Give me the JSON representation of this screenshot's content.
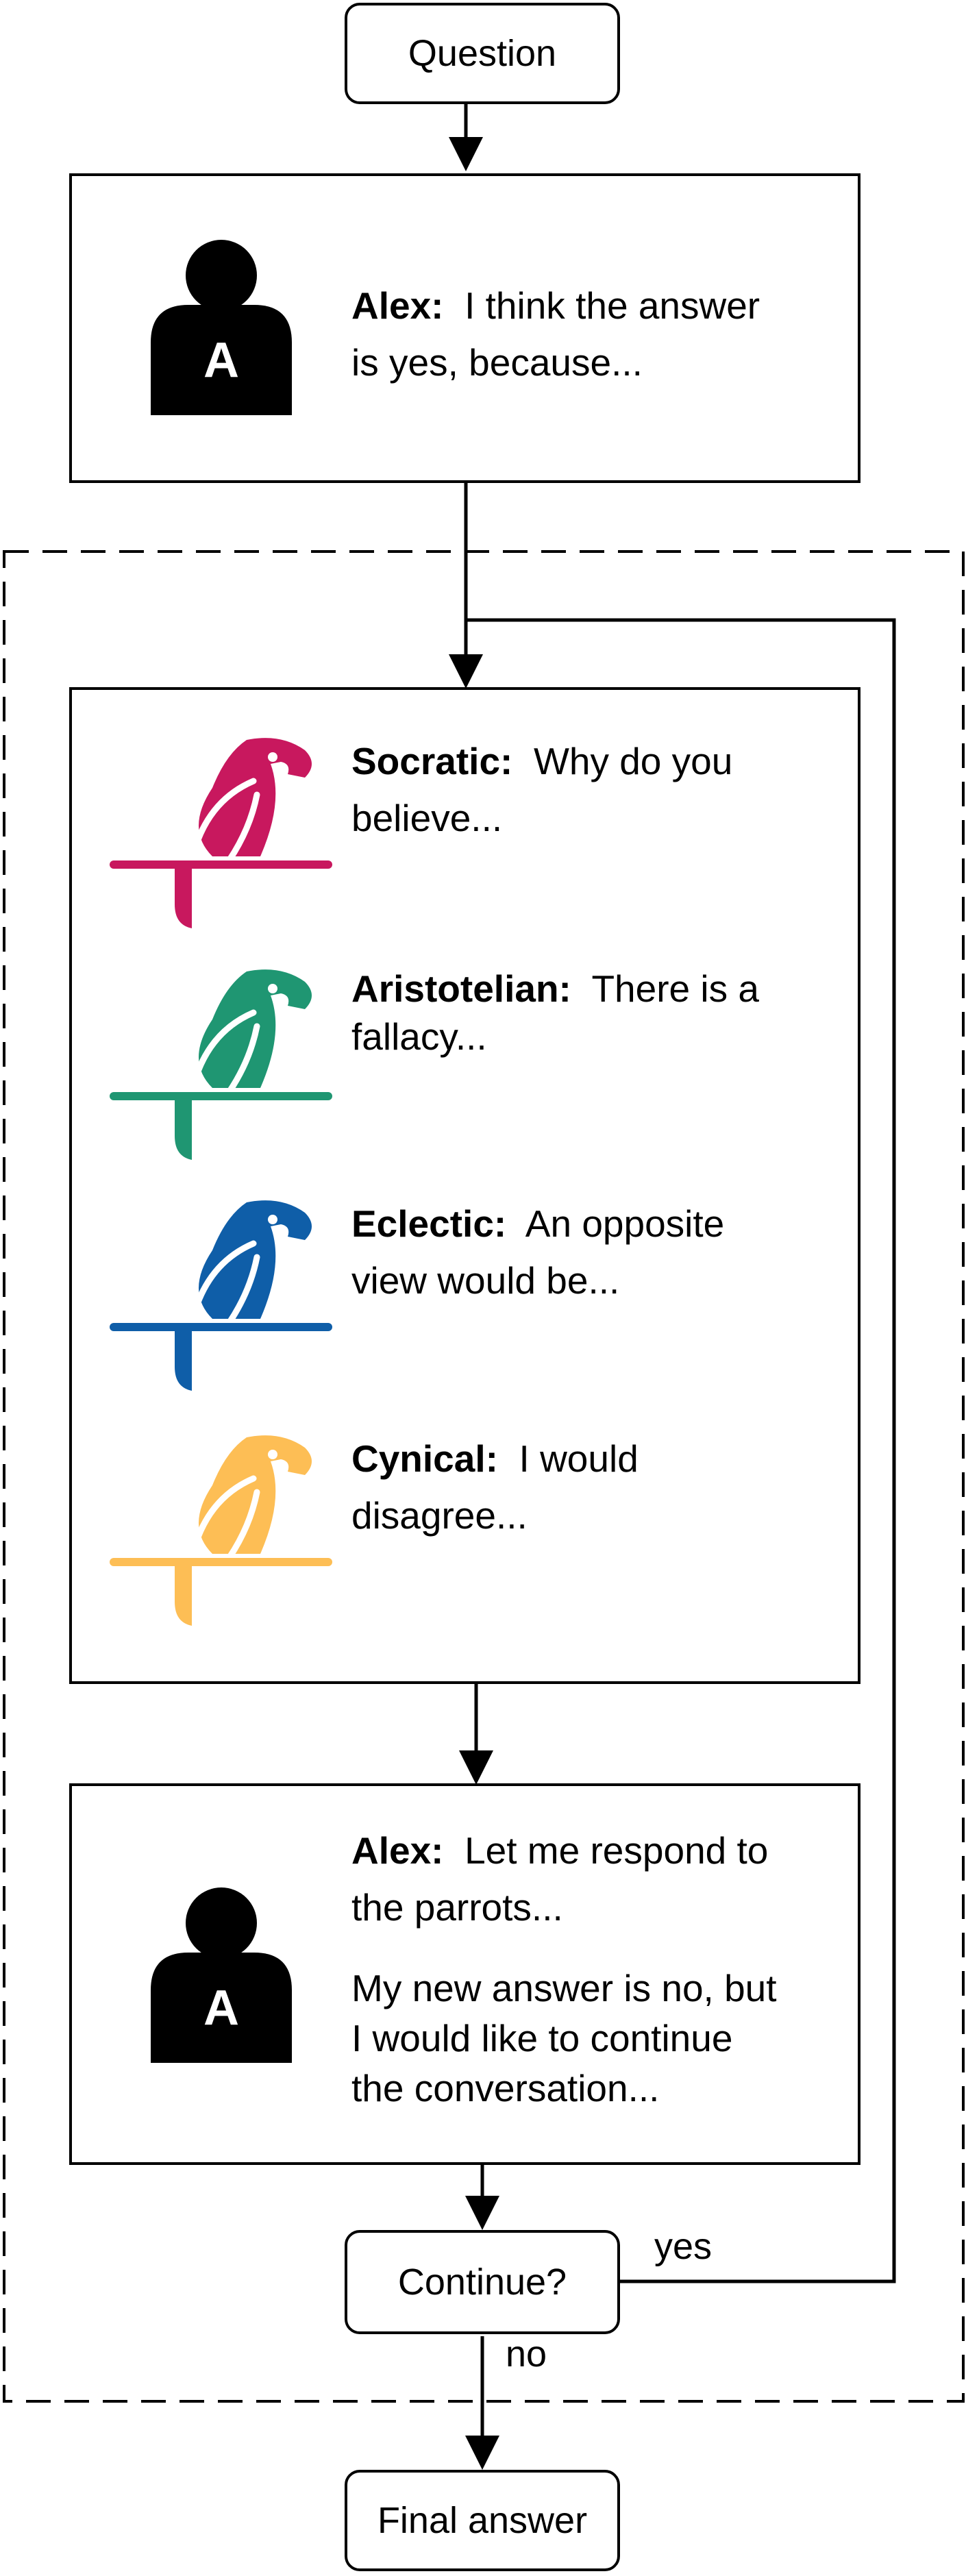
{
  "nodes": {
    "question": "Question",
    "continue": "Continue?",
    "final": "Final answer"
  },
  "edges": {
    "yes": "yes",
    "no": "no"
  },
  "alex_first": {
    "speaker": "Alex:",
    "text_line1": "I think the answer",
    "text_line2": "is yes, because...",
    "avatar_letter": "A"
  },
  "parrots": [
    {
      "speaker": "Socratic:",
      "line1": "Why do you",
      "line2": "believe...",
      "color": "#C8185E"
    },
    {
      "speaker": "Aristotelian:",
      "line1": "There is a",
      "line2": "fallacy...",
      "color": "#1F9672"
    },
    {
      "speaker": "Eclectic:",
      "line1": "An opposite",
      "line2": "view would be...",
      "color": "#0F5EA8"
    },
    {
      "speaker": "Cynical:",
      "line1": "I would",
      "line2": "disagree...",
      "color": "#FDBE55"
    }
  ],
  "alex_second": {
    "speaker": "Alex:",
    "line1": "Let me respond to",
    "line2": "the parrots...",
    "line3": "My new answer is no, but",
    "line4": "I would like to continue",
    "line5": "the conversation...",
    "avatar_letter": "A"
  },
  "icons": {
    "person": "person-silhouette-icon",
    "parrot": "parrot-icon"
  }
}
